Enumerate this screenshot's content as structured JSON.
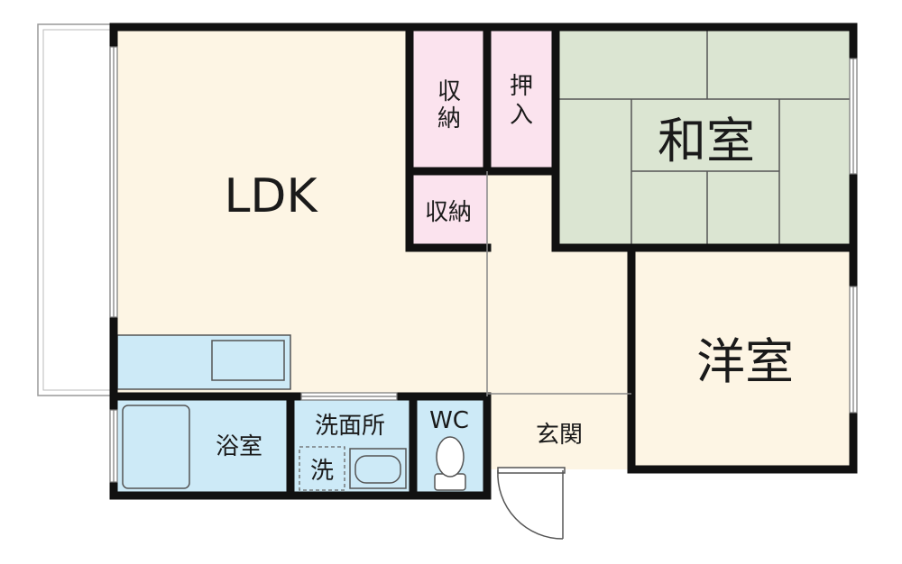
{
  "rooms": {
    "ldk": "LDK",
    "storage_top": [
      "収",
      "納"
    ],
    "oshiire": [
      "押",
      "入"
    ],
    "storage_mid": "収納",
    "washitsu": "和室",
    "youshitsu": "洋室",
    "bathroom": "浴室",
    "washroom": "洗面所",
    "washer": "洗",
    "wc": "WC",
    "entrance": "玄関"
  },
  "colors": {
    "ldk": "#fdf5e4",
    "storage": "#fbe3ee",
    "tatami": "#dbe5d2",
    "wet_area": "#cdeaf7",
    "youshitsu": "#fdf5e4",
    "wall": "#111111"
  }
}
